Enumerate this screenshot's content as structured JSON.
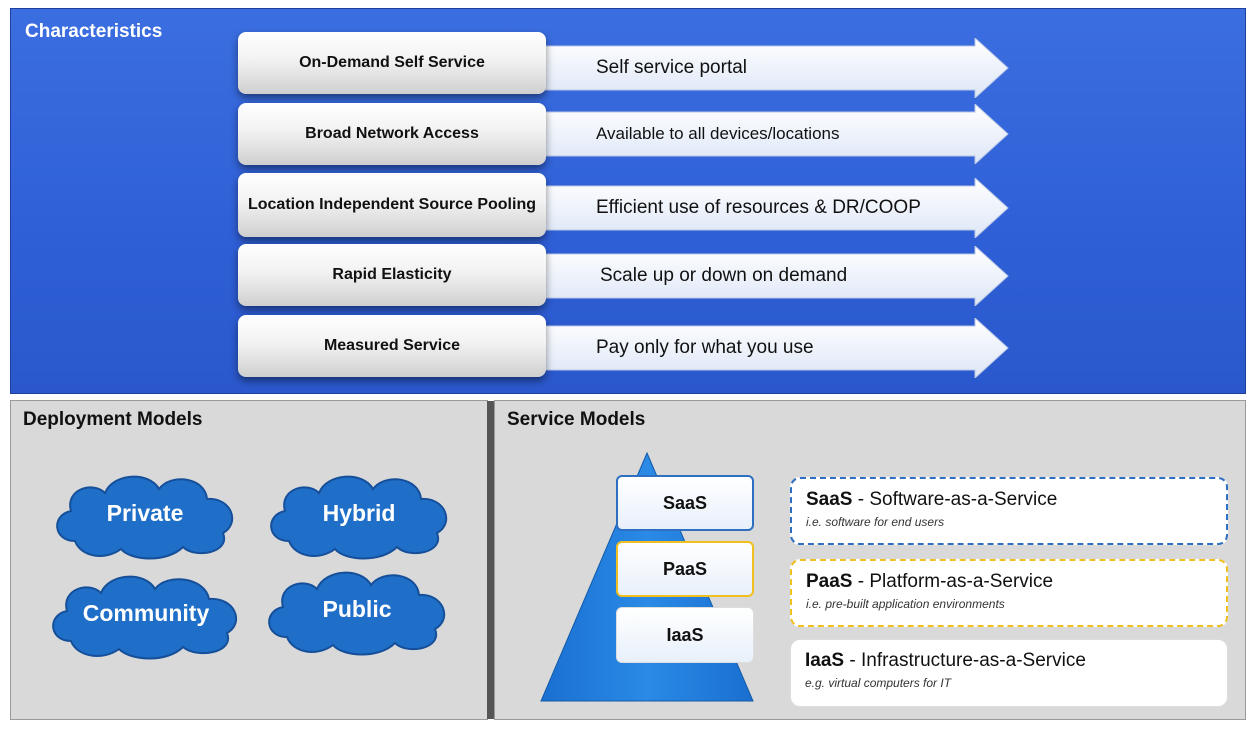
{
  "characteristics": {
    "title": "Characteristics",
    "items": [
      {
        "name": "On-Demand Self Service",
        "desc": "Self service portal"
      },
      {
        "name": "Broad Network Access",
        "desc": "Available to all devices/locations"
      },
      {
        "name": "Location Independent Source Pooling",
        "desc": "Efficient use of resources & DR/COOP"
      },
      {
        "name": "Rapid Elasticity",
        "desc": "Scale up or down on demand"
      },
      {
        "name": "Measured Service",
        "desc": "Pay only for what you use"
      }
    ]
  },
  "deployment": {
    "title": "Deployment Models",
    "models": [
      "Private",
      "Hybrid",
      "Community",
      "Public"
    ]
  },
  "service": {
    "title": "Service Models",
    "tiers": [
      "SaaS",
      "PaaS",
      "IaaS"
    ],
    "descriptions": [
      {
        "abbr": "SaaS",
        "full": " - Software-as-a-Service",
        "sub": "i.e. software for end users",
        "border_color": "#2e6fc2"
      },
      {
        "abbr": "PaaS",
        "full": " - Platform-as-a-Service",
        "sub": "i.e. pre-built application environments",
        "border_color": "#f0c020"
      },
      {
        "abbr": "IaaS",
        "full": " - Infrastructure-as-a-Service",
        "sub": "e.g. virtual computers for IT",
        "border_color": "#dddddd"
      }
    ]
  },
  "colors": {
    "top_panel": "#2f5fd6",
    "cloud": "#1f6fc8",
    "pyramid": "#1e7fd8"
  }
}
